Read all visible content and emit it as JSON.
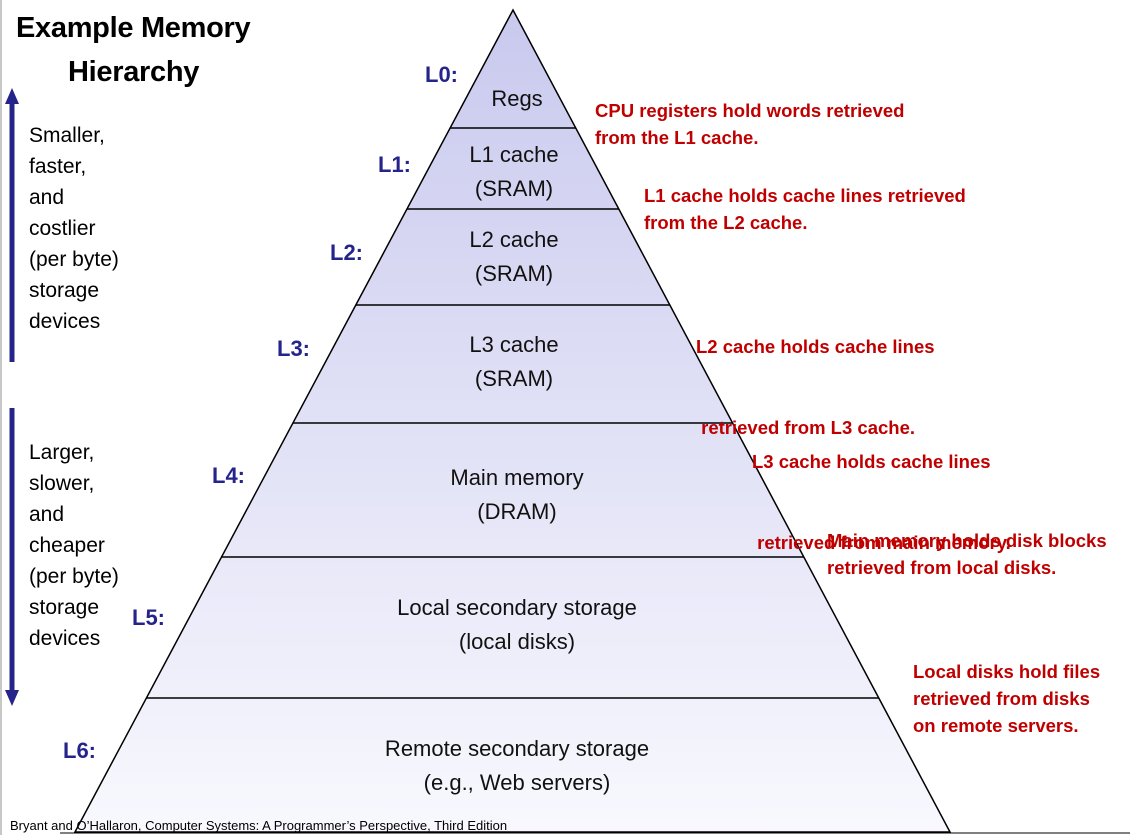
{
  "title": {
    "line1": "Example Memory",
    "line2": "Hierarchy"
  },
  "side_top": {
    "lines": [
      "Smaller,",
      "faster,",
      "and",
      "costlier",
      "(per byte)",
      "storage",
      "devices"
    ],
    "arrow": "up"
  },
  "side_bottom": {
    "lines": [
      "Larger,",
      "slower,",
      "and",
      "cheaper",
      "(per byte)",
      "storage",
      "devices"
    ],
    "arrow": "down"
  },
  "levels": [
    {
      "label": "L0:",
      "name": [
        "Regs"
      ],
      "note": [
        "CPU registers hold words retrieved",
        "from the L1 cache."
      ]
    },
    {
      "label": "L1:",
      "name": [
        "L1 cache",
        "(SRAM)"
      ],
      "note": [
        "L1 cache holds cache lines retrieved",
        "from the L2 cache."
      ]
    },
    {
      "label": "L2:",
      "name": [
        "L2 cache",
        "(SRAM)"
      ],
      "note": [
        "L2 cache holds cache lines",
        " retrieved from L3 cache."
      ]
    },
    {
      "label": "L3:",
      "name": [
        "L3 cache",
        "(SRAM)"
      ],
      "note": [
        "L3 cache holds cache lines",
        " retrieved from main memory."
      ]
    },
    {
      "label": "L4:",
      "name": [
        "Main memory",
        "(DRAM)"
      ],
      "note": [
        "Main memory holds disk blocks",
        "retrieved from local disks."
      ]
    },
    {
      "label": "L5:",
      "name": [
        "Local secondary storage",
        "(local disks)"
      ],
      "note": [
        "Local disks hold files",
        "retrieved from disks",
        "on remote servers."
      ]
    },
    {
      "label": "L6:",
      "name": [
        "Remote secondary storage",
        "(e.g., Web servers)"
      ],
      "note": []
    }
  ],
  "credit": "Bryant and O’Hallaron, Computer Systems: A Programmer’s Perspective, Third Edition",
  "colors": {
    "level_label": "#24248a",
    "note": "#c00000",
    "arrow": "#24248a",
    "fill_top": "#c9c9ee",
    "fill_bottom": "#f8f8fe"
  }
}
